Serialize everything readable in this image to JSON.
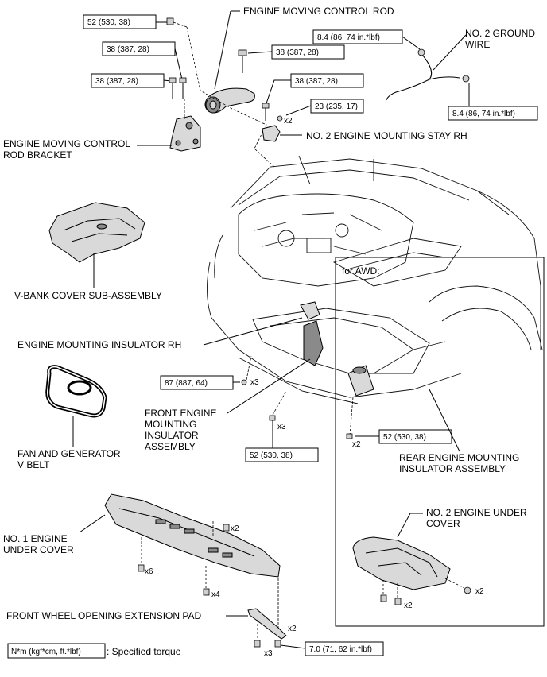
{
  "labels": {
    "engine_moving_control_rod": "ENGINE MOVING CONTROL ROD",
    "no2_ground_wire_1": "NO. 2 GROUND",
    "no2_ground_wire_2": "WIRE",
    "engine_moving_control_rod_bracket_1": "ENGINE MOVING CONTROL",
    "engine_moving_control_rod_bracket_2": "ROD BRACKET",
    "no2_engine_mounting_stay_rh": "NO. 2 ENGINE MOUNTING STAY RH",
    "v_bank_cover": "V-BANK COVER SUB-ASSEMBLY",
    "engine_mounting_insulator_rh": "ENGINE MOUNTING INSULATOR RH",
    "fan_generator_v_belt_1": "FAN AND GENERATOR",
    "fan_generator_v_belt_2": "V BELT",
    "front_engine_mounting_1": "FRONT ENGINE",
    "front_engine_mounting_2": "MOUNTING",
    "front_engine_mounting_3": "INSULATOR",
    "front_engine_mounting_4": "ASSEMBLY",
    "for_awd": "for AWD:",
    "rear_engine_mounting_1": "REAR ENGINE MOUNTING",
    "rear_engine_mounting_2": "INSULATOR ASSEMBLY",
    "no2_engine_under_cover_1": "NO. 2 ENGINE UNDER",
    "no2_engine_under_cover_2": "COVER",
    "no1_engine_under_cover_1": "NO. 1 ENGINE",
    "no1_engine_under_cover_2": "UNDER COVER",
    "front_wheel_opening_pad": "FRONT WHEEL OPENING EXTENSION PAD"
  },
  "torques": {
    "t52_top": "52 (530, 38)",
    "t38_a": "38 (387, 28)",
    "t38_b": "38 (387, 28)",
    "t38_c": "38 (387, 28)",
    "t38_d": "38 (387, 28)",
    "t23": "23 (235, 17)",
    "t84_a": "8.4 (86, 74 in.*lbf)",
    "t84_b": "8.4 (86, 74 in.*lbf)",
    "t87": "87 (887, 64)",
    "t52_front": "52 (530, 38)",
    "t52_awd": "52 (530, 38)",
    "t70": "7.0 (71, 62 in.*lbf)"
  },
  "quantities": {
    "q_stay_x2": "x2",
    "q_87_x3": "x3",
    "q_front_x3": "x3",
    "q_awd_x2": "x2",
    "q_cover_x2": "x2",
    "q_cover_x6": "x6",
    "q_cover_x4": "x4",
    "q_pad_x2": "x2",
    "q_pad_x3": "x3",
    "q_no2_x2_a": "x2",
    "q_no2_x2_b": "x2"
  },
  "legend": {
    "unit": "N*m (kgf*cm, ft.*lbf)",
    "text": ": Specified torque"
  }
}
